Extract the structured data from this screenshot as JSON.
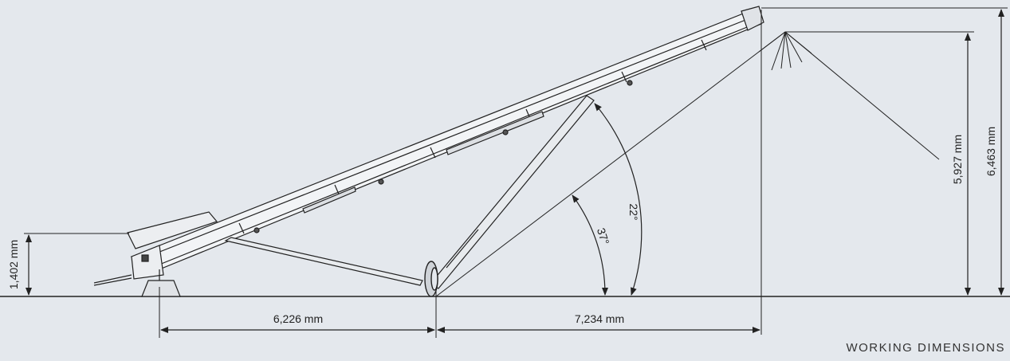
{
  "caption": "WORKING DIMENSIONS",
  "dimensions": {
    "feed_height": "1,402 mm",
    "support_distance": "6,226 mm",
    "discharge_reach": "7,234 mm",
    "discharge_height": "5,927 mm",
    "overall_height": "6,463 mm"
  },
  "angles": {
    "conveyor_angle": "22°",
    "strut_angle": "37°"
  },
  "colors": {
    "background": "#e4e8ed",
    "line": "#222222"
  }
}
